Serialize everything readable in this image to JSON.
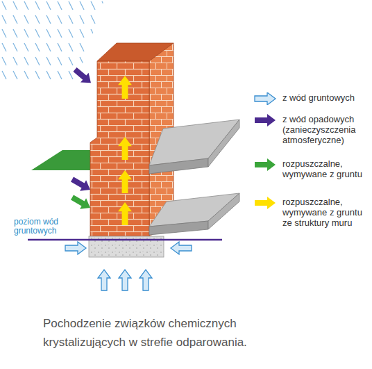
{
  "diagram": {
    "caption": "Pochodzenie związków chemicznych krystalizujących w strefie odparowania.",
    "labels": [
      "poziom wód gruntowych"
    ],
    "legend": [
      {
        "text": "z wód gruntowych"
      },
      {
        "text": "z wód opadowych (zanieczyszczenia atmosferyczne)"
      },
      {
        "text": "rozpuszczalne, wymywane z gruntu"
      },
      {
        "text": "rozpuszczalne, wymywane z gruntu ze struktury muru"
      }
    ]
  }
}
